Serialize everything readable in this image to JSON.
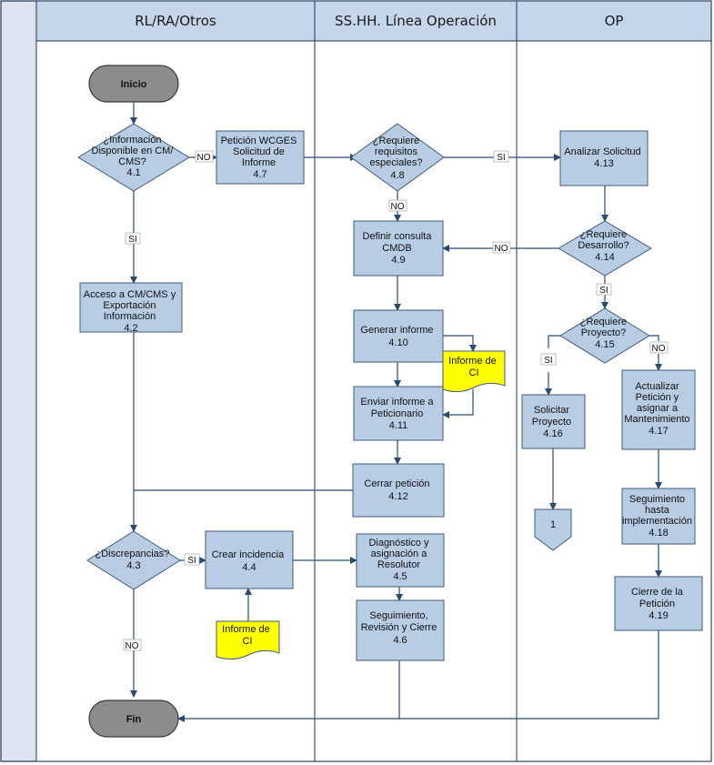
{
  "lanes": [
    "RL/RA/Otros",
    "SS.HH. Línea Operación",
    "OP"
  ],
  "nodes": {
    "inicio": "Inicio",
    "fin": "Fin",
    "d41": [
      "¿Información",
      "Disponible en CM/",
      "CMS?",
      "4.1"
    ],
    "b47": [
      "Petición WCGES",
      "Solicitud de",
      "Informe",
      "4.7"
    ],
    "d48": [
      "¿Requiere",
      "requisitos",
      "especiales?",
      "4.8"
    ],
    "b413": [
      "Analizar Solicitud",
      "4.13"
    ],
    "b49": [
      "Definir consulta",
      "CMDB",
      "4.9"
    ],
    "d414": [
      "¿Requiere",
      "Desarrollo?",
      "4.14"
    ],
    "b42": [
      "Acceso a CM/CMS y",
      "Exportación",
      "Información",
      "4.2"
    ],
    "d415": [
      "¿Requiere",
      "Proyecto?",
      "4.15"
    ],
    "b410": [
      "Generar informe",
      "4.10"
    ],
    "doc1": [
      "Informe de",
      "CI"
    ],
    "b411": [
      "Enviar informe a",
      "Peticionario",
      "4.11"
    ],
    "b417": [
      "Actualizar",
      "Petición y",
      "asignar a",
      "Mantenimiento",
      "4.17"
    ],
    "b416": [
      "Solicitar",
      "Proyecto",
      "4.16"
    ],
    "b412": [
      "Cerrar petición",
      "4.12"
    ],
    "off1": "1",
    "b418": [
      "Seguimiento",
      "hasta",
      "implementación",
      "4.18"
    ],
    "d43": [
      "¿Discrepancias?",
      "4.3"
    ],
    "b44": [
      "Crear incidencia",
      "4.4"
    ],
    "b45": [
      "Diagnóstico y",
      "asignación a",
      "Resolutor",
      "4.5"
    ],
    "b419": [
      "Cierre de la",
      "Petición",
      "4.19"
    ],
    "doc2": [
      "Informe de",
      "CI"
    ],
    "b46": [
      "Seguimiento,",
      "Revisión y Cierre",
      "4.6"
    ]
  },
  "edge_labels": {
    "no": "NO",
    "si": "SI",
    "si_upper": "SI"
  }
}
